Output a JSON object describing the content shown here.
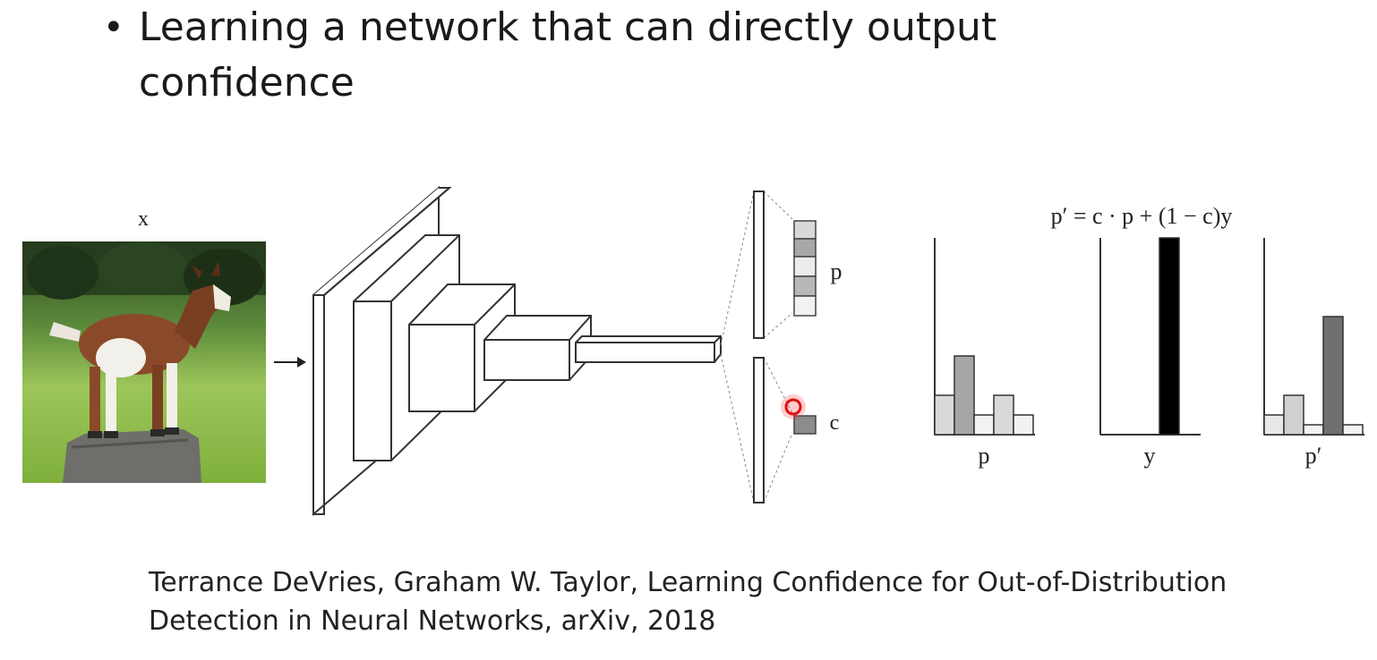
{
  "slide": {
    "bullet": "Learning a network that can directly output confidence",
    "bullet_line1": "Learning a network that can directly output",
    "bullet_line2": "confidence"
  },
  "figure": {
    "input_label": "x",
    "output_p_label": "p",
    "output_c_label": "c",
    "equation": "p′ = c · p + (1 − c)y",
    "histograms": [
      {
        "label": "p",
        "values": [
          0.2,
          0.4,
          0.1,
          0.2,
          0.1
        ],
        "colors": [
          "#d9d9d9",
          "#a6a6a6",
          "#f2f2f2",
          "#d9d9d9",
          "#f2f2f2"
        ]
      },
      {
        "label": "y",
        "values": [
          0,
          0,
          0,
          1.0,
          0
        ],
        "colors": [
          "#ffffff",
          "#ffffff",
          "#ffffff",
          "#000000",
          "#ffffff"
        ]
      },
      {
        "label": "p′",
        "values": [
          0.1,
          0.2,
          0.05,
          0.6,
          0.05
        ],
        "colors": [
          "#e8e8e8",
          "#d0d0d0",
          "#f2f2f2",
          "#707070",
          "#f2f2f2"
        ]
      }
    ]
  },
  "citation": {
    "line1": "Terrance DeVries, Graham W. Taylor, Learning Confidence for Out-of-Distribution",
    "line2": "Detection in Neural Networks, arXiv, 2018"
  }
}
